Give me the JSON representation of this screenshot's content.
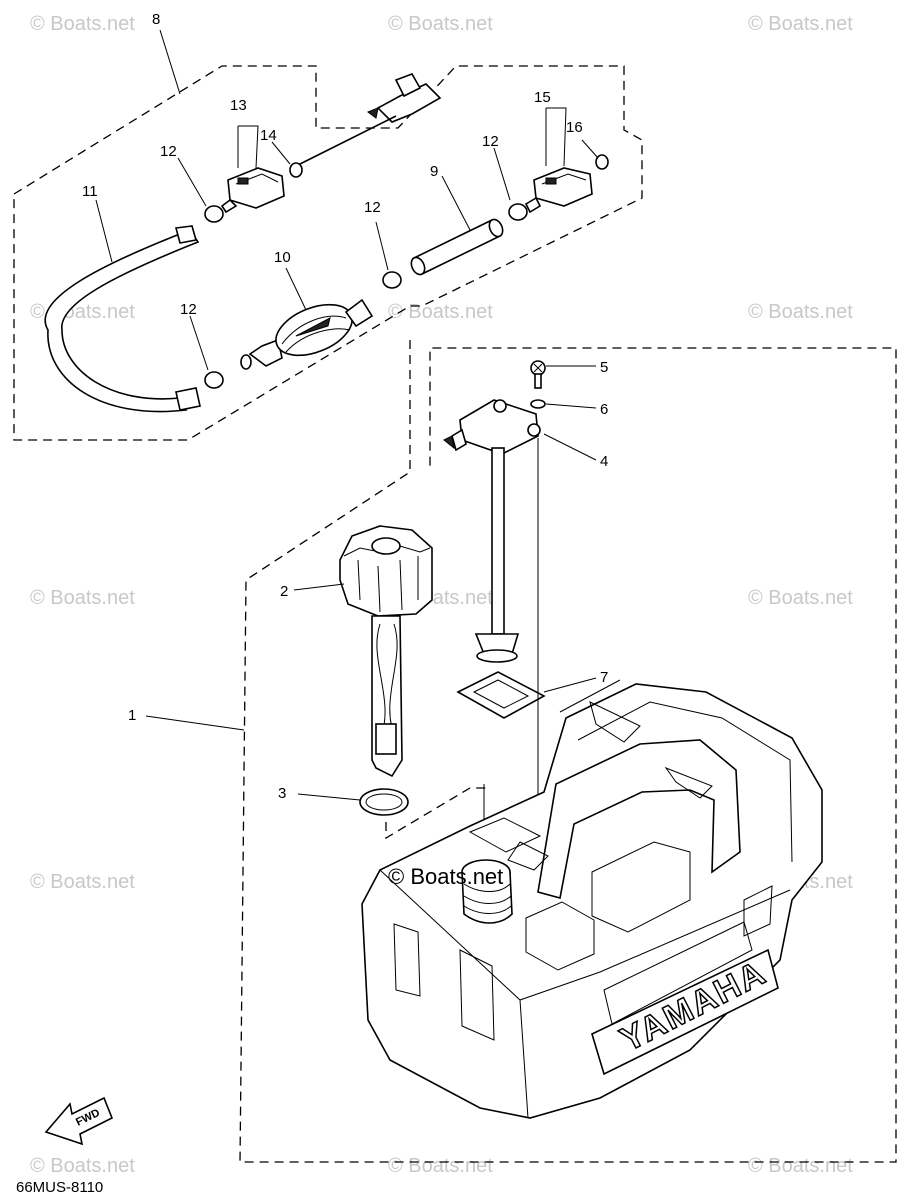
{
  "watermark": {
    "text": "© Boats.net",
    "center_text": "© Boats.net"
  },
  "diagram_code": "66MUS-8110",
  "fwd_label": "FWD",
  "tank_brand": "YAMAHA",
  "callouts": {
    "c1": "1",
    "c2": "2",
    "c3": "3",
    "c4": "4",
    "c5": "5",
    "c6": "6",
    "c7": "7",
    "c8": "8",
    "c9": "9",
    "c10": "10",
    "c11": "11",
    "c12a": "12",
    "c12b": "12",
    "c12c": "12",
    "c12d": "12",
    "c13": "13",
    "c14": "14",
    "c15": "15",
    "c16": "16"
  }
}
